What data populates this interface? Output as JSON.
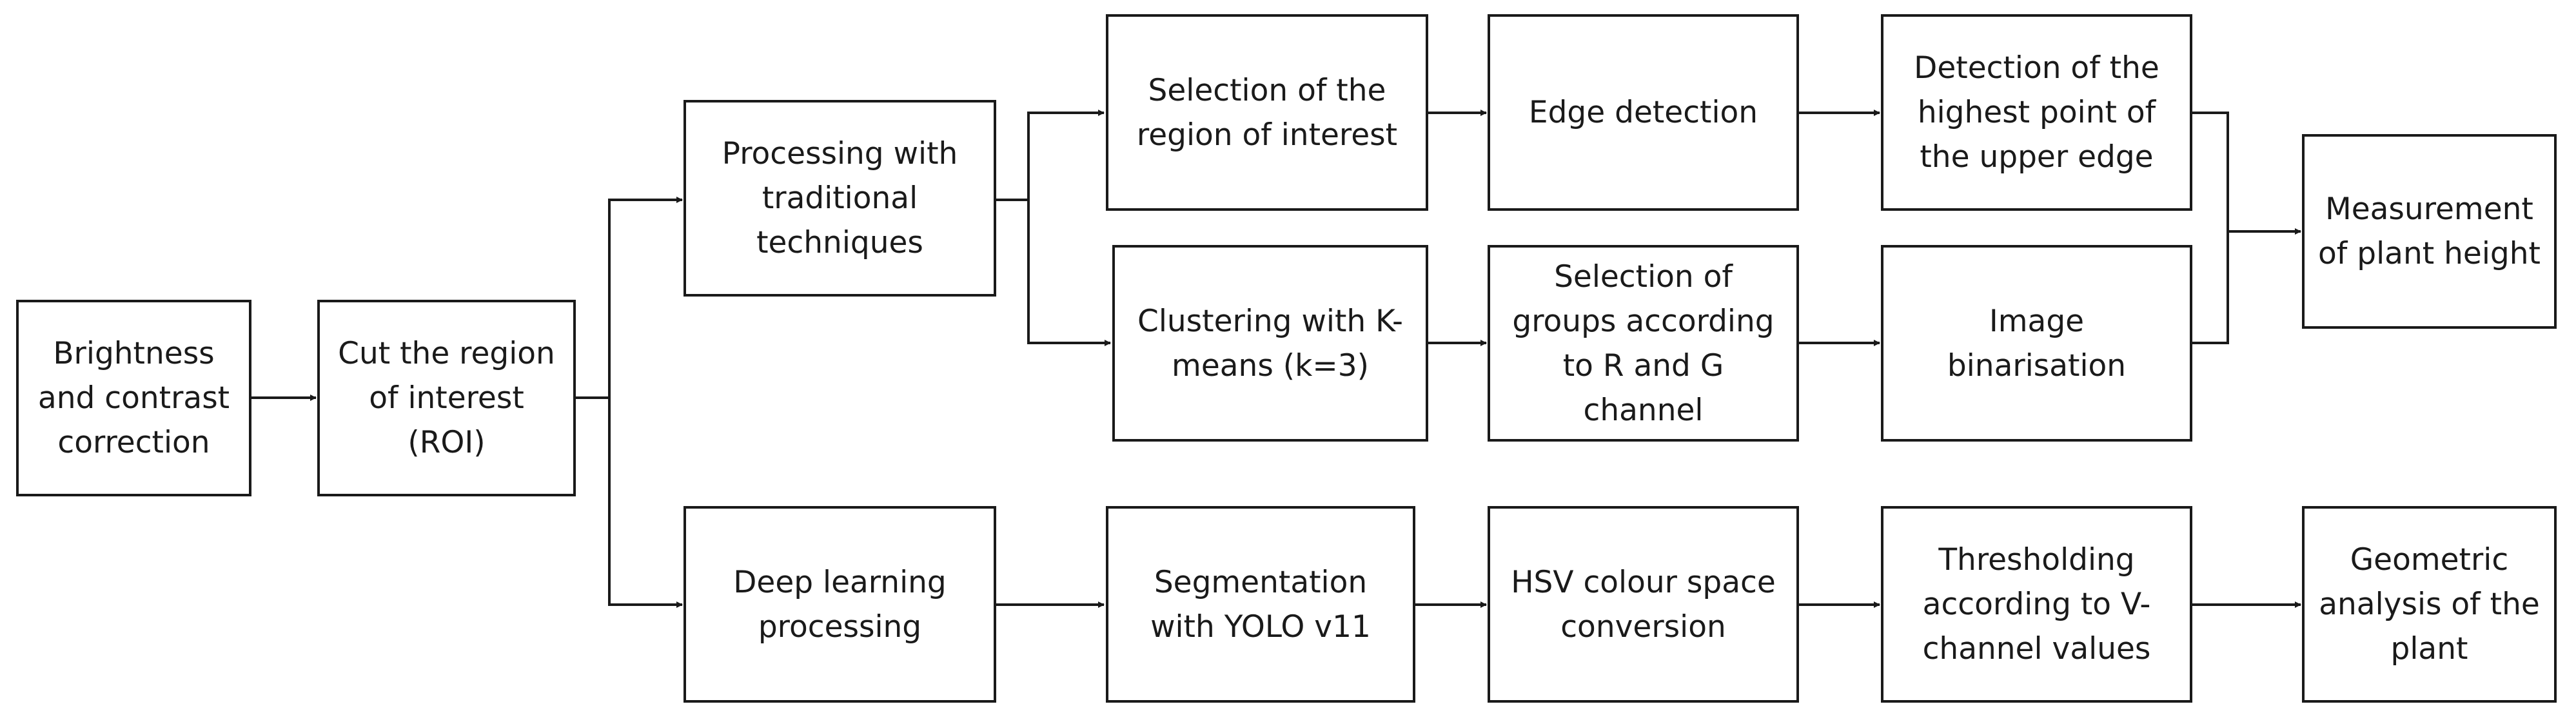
{
  "nodes": {
    "brightness": "Brightness\nand contrast\ncorrection",
    "cut_roi": "Cut the region\nof interest\n(ROI)",
    "traditional": "Processing with\ntraditional\ntechniques",
    "deep_learning": "Deep learning\nprocessing",
    "selection_roi": "Selection of the\nregion of interest",
    "edge_detection": "Edge detection",
    "highest_point": "Detection of the\nhighest point of\nthe upper edge",
    "kmeans": "Clustering with K-\nmeans (k=3)",
    "groups_rg": "Selection of\ngroups according\nto R and G\nchannel",
    "binarisation": "Image\nbinarisation",
    "plant_height": "Measurement\nof plant height",
    "yolo": "Segmentation\nwith YOLO v11",
    "hsv": "HSV colour space\nconversion",
    "thresholding": "Thresholding\naccording to V-\nchannel values",
    "geometric": "Geometric\nanalysis of the\nplant"
  }
}
